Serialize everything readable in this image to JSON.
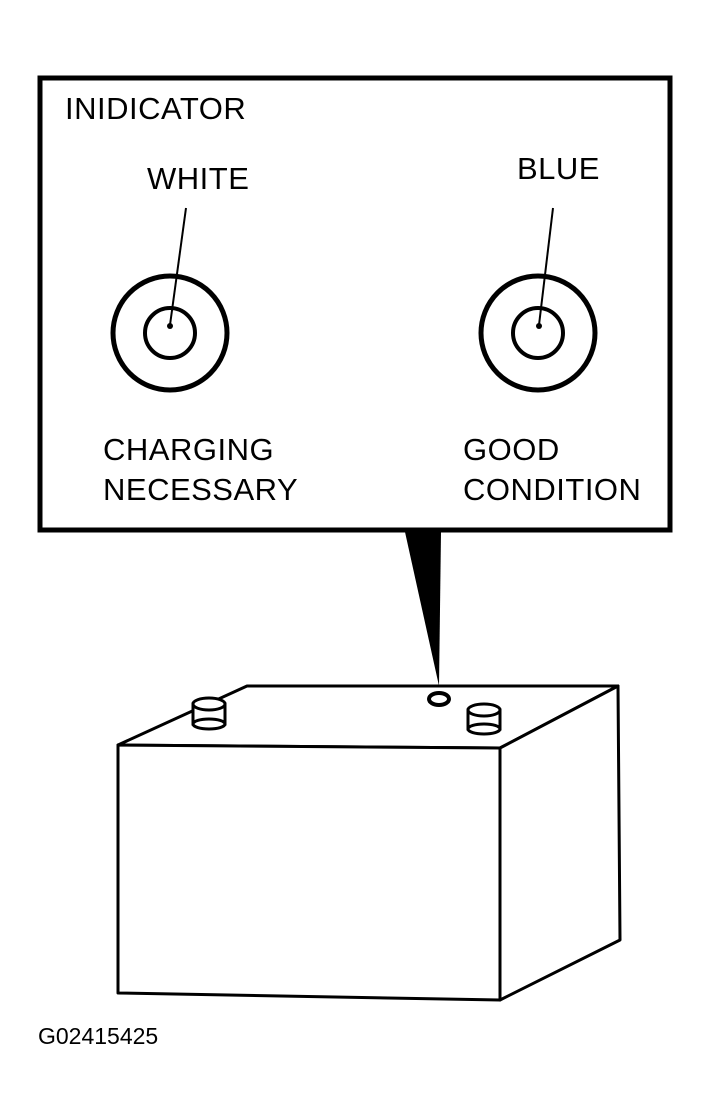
{
  "callout": {
    "title": "INIDICATOR",
    "left_indicator": {
      "color_label": "WHITE",
      "status_line1": "CHARGING",
      "status_line2": "NECESSARY"
    },
    "right_indicator": {
      "color_label": "BLUE",
      "status_line1": "GOOD",
      "status_line2": "CONDITION"
    }
  },
  "figure_code": "G02415425"
}
